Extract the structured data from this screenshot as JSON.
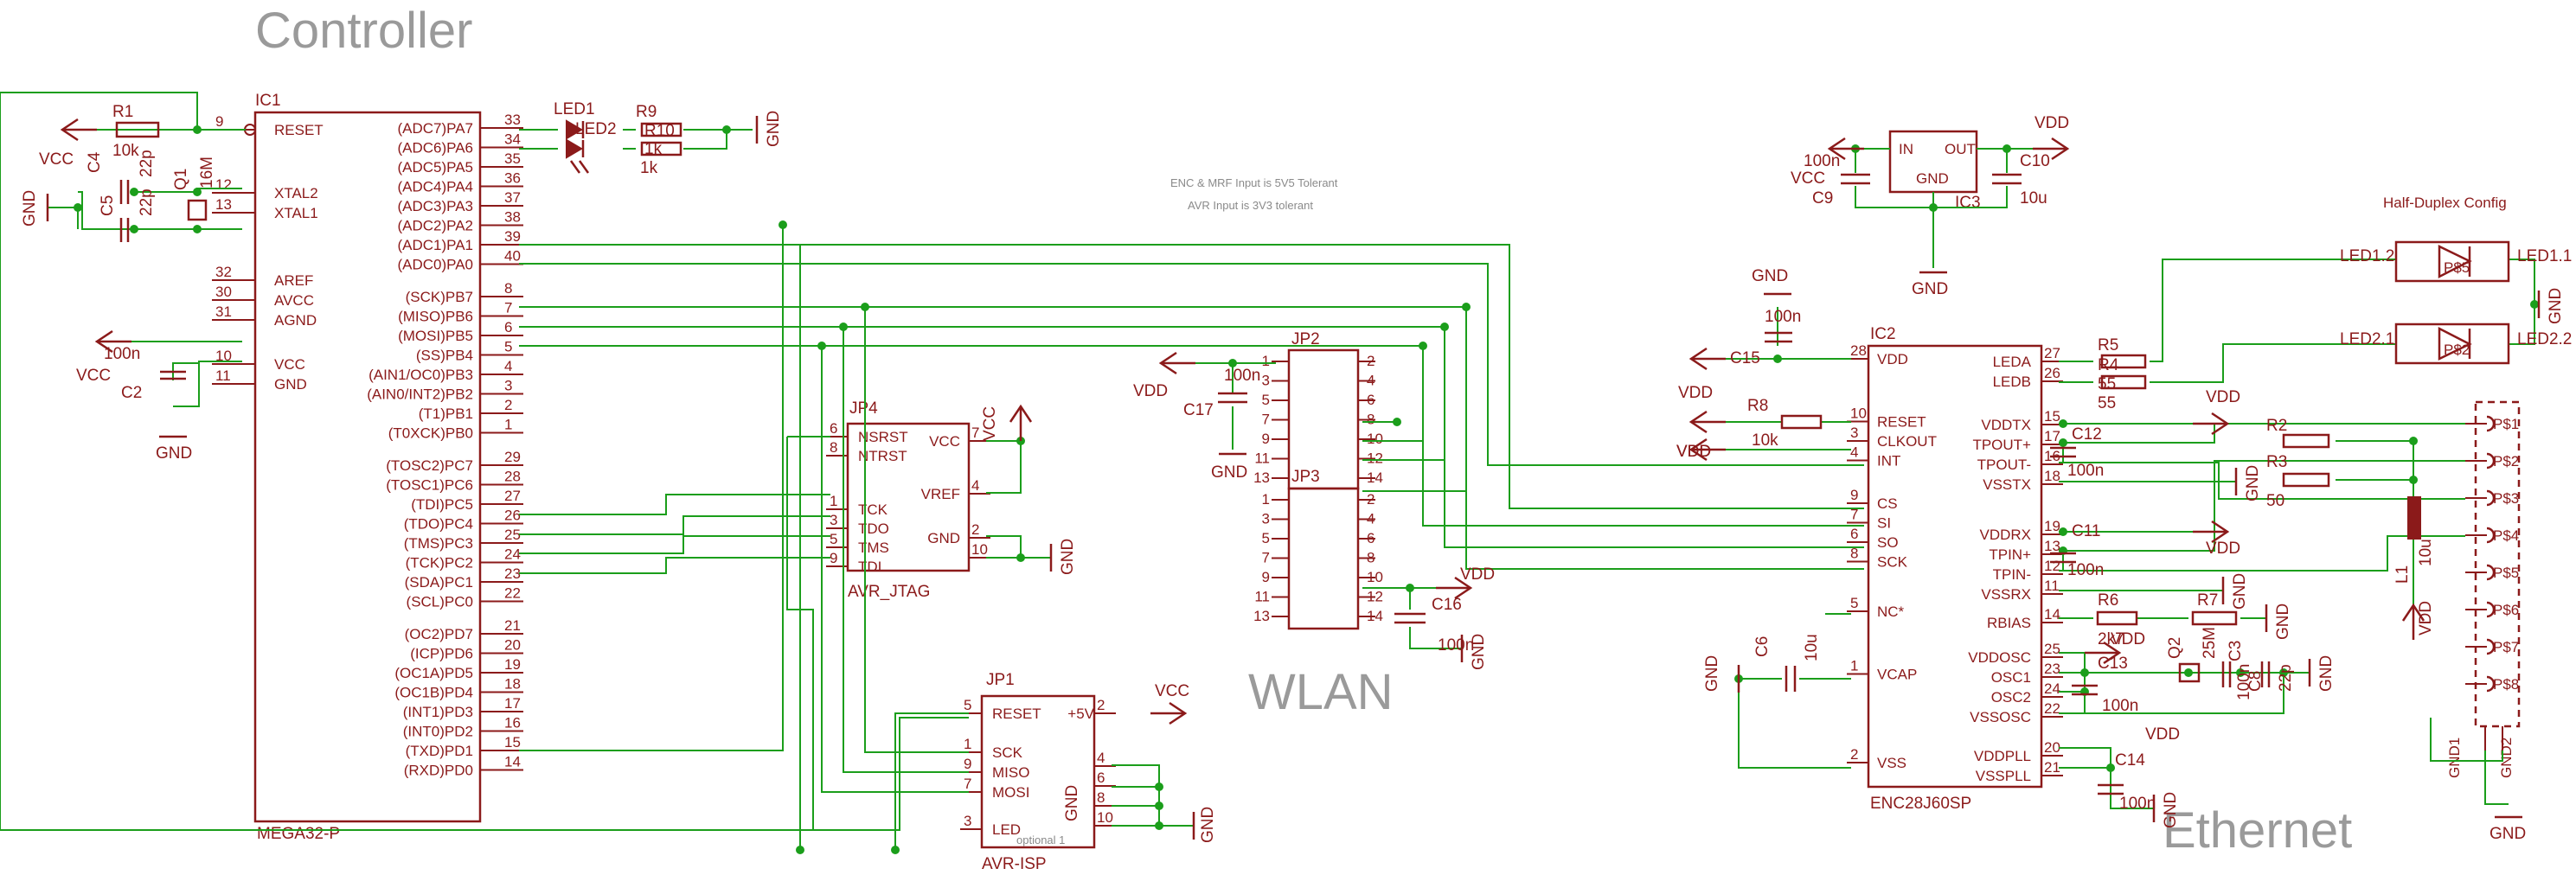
{
  "sections": {
    "controller": "Controller",
    "wlan": "WLAN",
    "ethernet": "Ethernet"
  },
  "notes": {
    "line1": "ENC & MRF Input is 5V5 Tolerant",
    "line2": "AVR Input is 3V3 tolerant",
    "half_duplex": "Half-Duplex Config"
  },
  "ic1": {
    "ref": "IC1",
    "value": "MEGA32-P",
    "left_pins": [
      {
        "num": "9",
        "name": "RESET"
      },
      {
        "num": "12",
        "name": "XTAL2"
      },
      {
        "num": "13",
        "name": "XTAL1"
      },
      {
        "num": "32",
        "name": "AREF"
      },
      {
        "num": "30",
        "name": "AVCC"
      },
      {
        "num": "31",
        "name": "AGND"
      },
      {
        "num": "10",
        "name": "VCC"
      },
      {
        "num": "11",
        "name": "GND"
      }
    ],
    "right_pins": [
      {
        "num": "33",
        "name": "(ADC7)PA7"
      },
      {
        "num": "34",
        "name": "(ADC6)PA6"
      },
      {
        "num": "35",
        "name": "(ADC5)PA5"
      },
      {
        "num": "36",
        "name": "(ADC4)PA4"
      },
      {
        "num": "37",
        "name": "(ADC3)PA3"
      },
      {
        "num": "38",
        "name": "(ADC2)PA2"
      },
      {
        "num": "39",
        "name": "(ADC1)PA1"
      },
      {
        "num": "40",
        "name": "(ADC0)PA0"
      },
      {
        "num": "8",
        "name": "(SCK)PB7"
      },
      {
        "num": "7",
        "name": "(MISO)PB6"
      },
      {
        "num": "6",
        "name": "(MOSI)PB5"
      },
      {
        "num": "5",
        "name": "(SS)PB4"
      },
      {
        "num": "4",
        "name": "(AIN1/OC0)PB3"
      },
      {
        "num": "3",
        "name": "(AIN0/INT2)PB2"
      },
      {
        "num": "2",
        "name": "(T1)PB1"
      },
      {
        "num": "1",
        "name": "(T0XCK)PB0"
      },
      {
        "num": "29",
        "name": "(TOSC2)PC7"
      },
      {
        "num": "28",
        "name": "(TOSC1)PC6"
      },
      {
        "num": "27",
        "name": "(TDI)PC5"
      },
      {
        "num": "26",
        "name": "(TDO)PC4"
      },
      {
        "num": "25",
        "name": "(TMS)PC3"
      },
      {
        "num": "24",
        "name": "(TCK)PC2"
      },
      {
        "num": "23",
        "name": "(SDA)PC1"
      },
      {
        "num": "22",
        "name": "(SCL)PC0"
      },
      {
        "num": "21",
        "name": "(OC2)PD7"
      },
      {
        "num": "20",
        "name": "(ICP)PD6"
      },
      {
        "num": "19",
        "name": "(OC1A)PD5"
      },
      {
        "num": "18",
        "name": "(OC1B)PD4"
      },
      {
        "num": "17",
        "name": "(INT1)PD3"
      },
      {
        "num": "16",
        "name": "(INT0)PD2"
      },
      {
        "num": "15",
        "name": "(TXD)PD1"
      },
      {
        "num": "14",
        "name": "(RXD)PD0"
      }
    ]
  },
  "jp4": {
    "ref": "JP4",
    "value": "AVR_JTAG",
    "left_pins": [
      {
        "num": "6",
        "name": "NSRST"
      },
      {
        "num": "8",
        "name": "NTRST"
      },
      {
        "num": "1",
        "name": "TCK"
      },
      {
        "num": "3",
        "name": "TDO"
      },
      {
        "num": "5",
        "name": "TMS"
      },
      {
        "num": "9",
        "name": "TDI"
      }
    ],
    "right_pins": [
      {
        "num": "7",
        "name": "VCC"
      },
      {
        "num": "4",
        "name": "VREF"
      },
      {
        "num": "2",
        "name": "GND"
      },
      {
        "num": "10",
        "name": ""
      }
    ]
  },
  "jp1": {
    "ref": "JP1",
    "value": "AVR-ISP",
    "left_pins": [
      {
        "num": "5",
        "name": "RESET"
      },
      {
        "num": "1",
        "name": "SCK"
      },
      {
        "num": "9",
        "name": "MISO"
      },
      {
        "num": "7",
        "name": "MOSI"
      },
      {
        "num": "3",
        "name": "LED"
      }
    ],
    "right_pins": [
      {
        "num": "2",
        "name": "+5V"
      },
      {
        "num": "4",
        "name": ""
      },
      {
        "num": "6",
        "name": ""
      },
      {
        "num": "8",
        "name": ""
      },
      {
        "num": "10",
        "name": ""
      }
    ],
    "gnd_label": "GND",
    "optional_label": "optional 1"
  },
  "jp2": {
    "ref": "JP2",
    "left": [
      "1",
      "3",
      "5",
      "7",
      "9",
      "11",
      "13"
    ],
    "right": [
      "2",
      "4",
      "6",
      "8",
      "10",
      "12",
      "14"
    ]
  },
  "jp3": {
    "ref": "JP3",
    "left": [
      "1",
      "3",
      "5",
      "7",
      "9",
      "11",
      "13"
    ],
    "right": [
      "2",
      "4",
      "6",
      "8",
      "10",
      "12",
      "14"
    ]
  },
  "ic2": {
    "ref": "IC2",
    "value": "ENC28J60SP",
    "left_pins": [
      {
        "num": "28",
        "name": "VDD"
      },
      {
        "num": "10",
        "name": "RESET"
      },
      {
        "num": "3",
        "name": "CLKOUT"
      },
      {
        "num": "4",
        "name": "INT"
      },
      {
        "num": "9",
        "name": "CS"
      },
      {
        "num": "7",
        "name": "SI"
      },
      {
        "num": "6",
        "name": "SO"
      },
      {
        "num": "8",
        "name": "SCK"
      },
      {
        "num": "5",
        "name": "NC*"
      },
      {
        "num": "1",
        "name": "VCAP"
      },
      {
        "num": "2",
        "name": "VSS"
      }
    ],
    "right_pins": [
      {
        "num": "27",
        "name": "LEDA"
      },
      {
        "num": "26",
        "name": "LEDB"
      },
      {
        "num": "15",
        "name": "VDDTX"
      },
      {
        "num": "17",
        "name": "TPOUT+"
      },
      {
        "num": "16",
        "name": "TPOUT-"
      },
      {
        "num": "18",
        "name": "VSSTX"
      },
      {
        "num": "19",
        "name": "VDDRX"
      },
      {
        "num": "13",
        "name": "TPIN+"
      },
      {
        "num": "12",
        "name": "TPIN-"
      },
      {
        "num": "11",
        "name": "VSSRX"
      },
      {
        "num": "14",
        "name": "RBIAS"
      },
      {
        "num": "25",
        "name": "VDDOSC"
      },
      {
        "num": "23",
        "name": "OSC1"
      },
      {
        "num": "24",
        "name": "OSC2"
      },
      {
        "num": "22",
        "name": "VSSOSC"
      },
      {
        "num": "20",
        "name": "VDDPLL"
      },
      {
        "num": "21",
        "name": "VSSPLL"
      }
    ]
  },
  "ic3": {
    "ref": "IC3",
    "in": "IN",
    "out": "OUT",
    "gnd": "GND"
  },
  "connector_pins": [
    "P$1",
    "P$2",
    "P$3",
    "P$4",
    "P$5",
    "P$6",
    "P$7",
    "P$8"
  ],
  "connector_extra": {
    "left": "GND1",
    "right": "GND2"
  },
  "parts": {
    "r1": "R1",
    "r1v": "10k",
    "c4": "C4",
    "c4v": "22p",
    "c5": "C5",
    "c5v": "22p",
    "q1": "Q1",
    "q1v": "16M",
    "c2": "C2",
    "c2v": "100n",
    "led1": "LED1",
    "led2": "LED2",
    "r9": "R9",
    "r9v": "R10",
    "r9a": "1k",
    "r9b": "1k",
    "c9": "C9",
    "c9v": "100n",
    "c10": "C10",
    "c10v": "10u",
    "c15": "C15",
    "c15v": "100n",
    "c17": "C17",
    "c17v": "100n",
    "c16": "C16",
    "c16v": "100n",
    "r8": "R8",
    "r8v": "10k",
    "r5": "R5",
    "r4": "R4",
    "r5v": "55",
    "r4v": "55",
    "c12": "C12",
    "c12v": "100n",
    "c11": "C11",
    "c11v": "100n",
    "r2": "R2",
    "r3": "R3",
    "r23v": "50",
    "l1": "L1",
    "l1v": "10u",
    "r6": "R6",
    "r6v": "2k7",
    "r7": "R7",
    "q2": "Q2",
    "q2v": "25M",
    "c3": "C3",
    "c3v": "100n",
    "c8": "C8",
    "c8v": "22p",
    "c6": "C6",
    "c6v": "10u",
    "c13": "C13",
    "c13v": "100n",
    "c14": "C14",
    "c14v": "100n",
    "led11": "LED1.1",
    "led12": "LED1.2",
    "led21": "LED2.1",
    "led22": "LED2.2",
    "led_ph1": "P$5",
    "led_ph2": "P$2"
  },
  "power": {
    "vcc": "VCC",
    "gnd": "GND",
    "vdd": "VDD"
  }
}
